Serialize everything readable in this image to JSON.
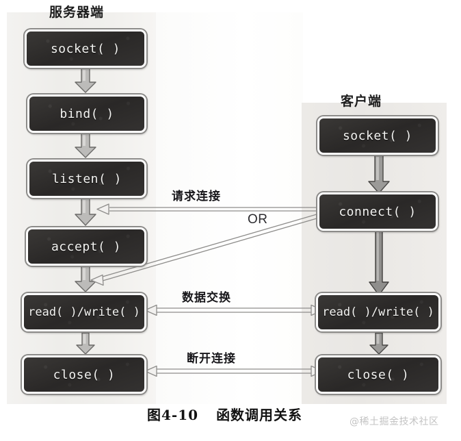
{
  "figure": {
    "caption_number": "图4-10",
    "caption_text": "函数调用关系",
    "watermark": "@稀土掘金技术社区"
  },
  "server": {
    "title": "服务器端",
    "steps": [
      {
        "label": "socket( )"
      },
      {
        "label": "bind( )"
      },
      {
        "label": "listen( )"
      },
      {
        "label": "accept( )"
      },
      {
        "label": "read( )/write( )"
      },
      {
        "label": "close( )"
      }
    ]
  },
  "client": {
    "title": "客户端",
    "steps": [
      {
        "label": "socket( )"
      },
      {
        "label": "connect( )"
      },
      {
        "label": "read( )/write( )"
      },
      {
        "label": "close( )"
      }
    ]
  },
  "interactions": [
    {
      "label": "请求连接"
    },
    {
      "label": "OR"
    },
    {
      "label": "数据交换"
    },
    {
      "label": "断开连接"
    }
  ],
  "colors": {
    "box_fill": "#2e2c2b",
    "box_text": "#f4f4f2",
    "box_border": "#ffffff",
    "box_outline": "#8c8b89",
    "arrow_fill": "#b9b8b6",
    "arrow_stroke": "#5c5b59",
    "page_bg": "#ffffff",
    "lane_bg": "#eeedea",
    "text": "#17161a",
    "watermark": "#c3c3c3"
  }
}
